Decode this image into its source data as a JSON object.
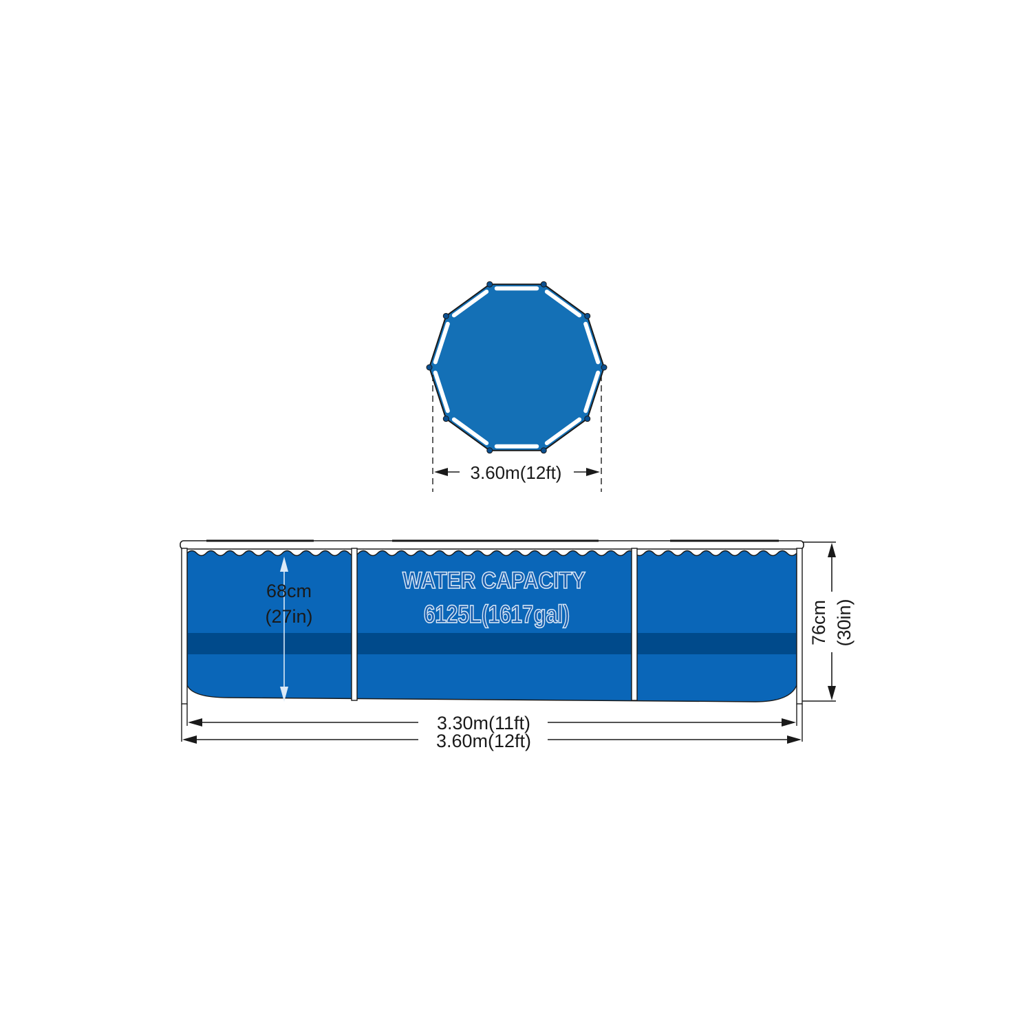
{
  "top_view": {
    "diameter_label": "3.60m(12ft)"
  },
  "side_view": {
    "water_depth_label_line1": "68cm",
    "water_depth_label_line2": "(27in)",
    "wall_height_label_line1": "76cm",
    "wall_height_label_line2": "(30in)",
    "inner_width_label": "3.30m(11ft)",
    "outer_width_label": "3.60m(12ft)",
    "capacity_label_line1": "WATER CAPACITY",
    "capacity_label_line2": "6125L(1617gal)"
  },
  "colors": {
    "pool_top": "#1470b6",
    "pool_side": "#0a66b8",
    "band": "#004a8b",
    "frame": "#ffffff",
    "outline": "#1a1a1a"
  }
}
